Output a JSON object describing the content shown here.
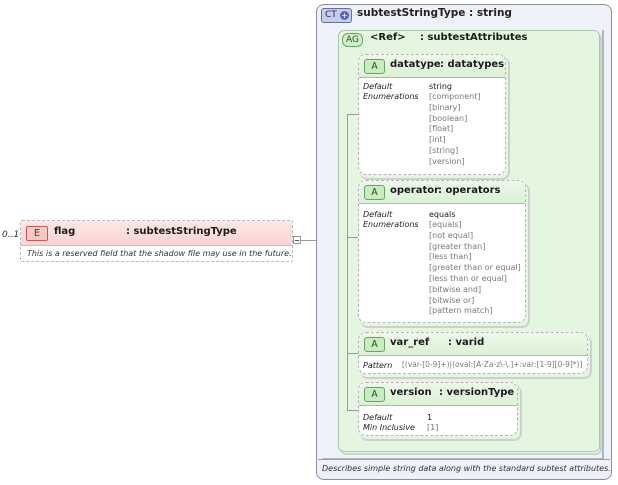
{
  "element": {
    "multiplicity": "0..1",
    "badge": "E",
    "name": "flag",
    "type": ": subtestStringType",
    "documentation": "This is a reserved field that the shadow file may use in the future."
  },
  "complex_type": {
    "badge": "CT",
    "title": "subtestStringType : string",
    "documentation": "Describes simple string data along with the standard subtest attributes."
  },
  "attribute_group": {
    "badge": "AG",
    "ref": "<Ref>",
    "name": ": subtestAttributes"
  },
  "attributes": [
    {
      "badge": "A",
      "name": "datatype",
      "type": ": datatypes",
      "default_label": "Default",
      "default_value": "string",
      "enum_label": "Enumerations",
      "enumerations": [
        "[component]",
        "[binary]",
        "[boolean]",
        "[float]",
        "[int]",
        "[string]",
        "[version]"
      ]
    },
    {
      "badge": "A",
      "name": "operator",
      "type": ": operators",
      "default_label": "Default",
      "default_value": "equals",
      "enum_label": "Enumerations",
      "enumerations": [
        "[equals]",
        "[not equal]",
        "[greater than]",
        "[less than]",
        "[greater than or equal]",
        "[less than or equal]",
        "[bitwise and]",
        "[bitwise or]",
        "[pattern match]"
      ]
    },
    {
      "badge": "A",
      "name": "var_ref",
      "type": ": varid",
      "pattern_label": "Pattern",
      "pattern_value": "[(var-[0-9]+)|(oval:[A-Za-z\\-\\.]+:var:[1-9][0-9]*)]"
    },
    {
      "badge": "A",
      "name": "version",
      "type": ": versionType",
      "default_label": "Default",
      "default_value": "1",
      "min_label": "Min Inclusive",
      "min_value": "[1]"
    }
  ]
}
